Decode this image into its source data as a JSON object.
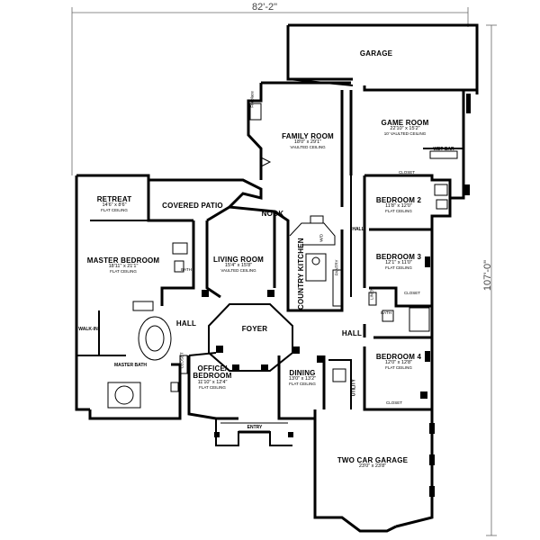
{
  "dimensions": {
    "width": "82'-2\"",
    "depth": "107'-0\""
  },
  "rooms": {
    "garage": {
      "name": "GARAGE"
    },
    "family_room": {
      "name": "FAMILY ROOM",
      "size": "18'0\" x 29'1\"",
      "ceiling": "VAULTED CEILING"
    },
    "fireplace": {
      "name": "Fireplace"
    },
    "game_room": {
      "name": "GAME ROOM",
      "size": "22'10\" x 15'2\"",
      "ceiling": "10' VAULTED CEILING"
    },
    "wet_bar": {
      "name": "WET BAR"
    },
    "retreat": {
      "name": "RETREAT",
      "size": "14'6\" x 8'6\"",
      "ceiling": "FLAT CEILING"
    },
    "covered_patio": {
      "name": "COVERED PATIO"
    },
    "nook": {
      "name": "NOOK"
    },
    "country_kitchen": {
      "name": "COUNTRY KITCHEN"
    },
    "bedroom2": {
      "name": "BEDROOM 2",
      "size": "11'8\" x 12'0\"",
      "ceiling": "FLAT CEILING"
    },
    "master_bedroom": {
      "name": "MASTER BEDROOM",
      "size": "18'11\" x 21'1\"",
      "ceiling": "FLAT CEILING"
    },
    "living_room": {
      "name": "LIVING ROOM",
      "size": "15'4\" x 15'8\"",
      "ceiling": "VAULTED CEILING"
    },
    "bedroom3": {
      "name": "BEDROOM 3",
      "size": "12'1\" x 11'0\"",
      "ceiling": "FLAT CEILING"
    },
    "foyer": {
      "name": "FOYER"
    },
    "hall_left": {
      "name": "HALL"
    },
    "hall_right": {
      "name": "HALL"
    },
    "hall_top": {
      "name": "HALL"
    },
    "walk_in": {
      "name": "WALK-IN"
    },
    "master_bath": {
      "name": "MASTER BATH"
    },
    "office": {
      "name": "OFFICE/",
      "name2": "BEDROOM",
      "size": "11'10\" x 12'4\"",
      "ceiling": "FLAT CEILING"
    },
    "dining": {
      "name": "DINING",
      "size": "13'0\" x 13'2\"",
      "ceiling": "FLAT CEILING"
    },
    "bedroom4": {
      "name": "BEDROOM 4",
      "size": "12'0\" x 12'8\"",
      "ceiling": "FLAT CEILING"
    },
    "utility": {
      "name": "UTILITY"
    },
    "entry": {
      "name": "ENTRY"
    },
    "two_car_garage": {
      "name": "TWO CAR GARAGE",
      "size": "23'0\" x 23'8\""
    }
  },
  "small_labels": {
    "bath_master": "BATH",
    "bath_b3": "BATH",
    "closet_b2": "CLOSET",
    "closet_b3": "CLOSET",
    "closet_b4": "CLOSET",
    "closet_office": "CLOSET",
    "linen": "LINEN",
    "pantry": "PANTRY",
    "wd": "W/D"
  }
}
